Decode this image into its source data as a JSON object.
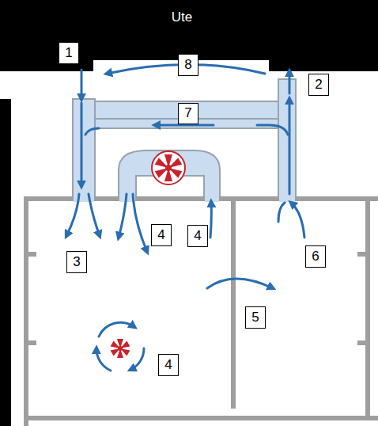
{
  "diagram": {
    "nodes": [
      {
        "text": [
          "1"
        ]
      },
      {
        "text": [
          "8"
        ]
      },
      {
        "text": [
          "2"
        ]
      },
      {
        "text": [
          "7"
        ]
      },
      {
        "text": [
          "4"
        ]
      },
      {
        "text": [
          "4"
        ]
      },
      {
        "text": [
          "3"
        ]
      },
      {
        "text": [
          "6"
        ]
      },
      {
        "text": [
          "5"
        ]
      },
      {
        "text": [
          "4"
        ]
      }
    ],
    "edges": [],
    "labels": [
      "Ute"
    ]
  }
}
